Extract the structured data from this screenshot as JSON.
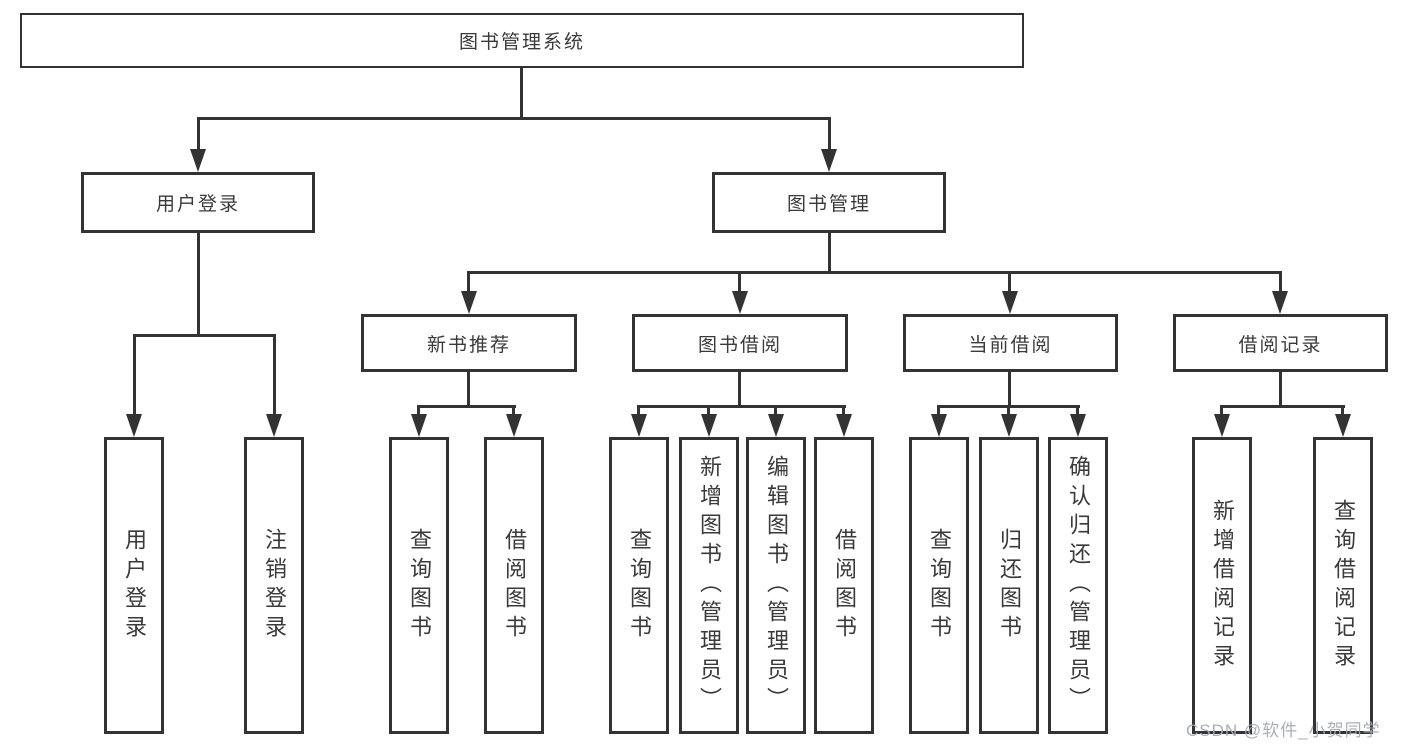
{
  "watermark": "CSDN @软件_小贺同学",
  "colors": {
    "line": "#333333",
    "text": "#3a3a3a",
    "watermark": "#a4abb5",
    "background": "#ffffff"
  },
  "tree": {
    "root": {
      "label": "图书管理系统"
    },
    "branches": [
      {
        "label": "用户登录",
        "children": [
          {
            "label": "用户登录"
          },
          {
            "label": "注销登录"
          }
        ]
      },
      {
        "label": "图书管理",
        "children": [
          {
            "label": "新书推荐",
            "children": [
              {
                "label": "查询图书"
              },
              {
                "label": "借阅图书"
              }
            ]
          },
          {
            "label": "图书借阅",
            "children": [
              {
                "label": "查询图书"
              },
              {
                "label": "新增图书（管理员）"
              },
              {
                "label": "编辑图书（管理员）"
              },
              {
                "label": "借阅图书"
              }
            ]
          },
          {
            "label": "当前借阅",
            "children": [
              {
                "label": "查询图书"
              },
              {
                "label": "归还图书"
              },
              {
                "label": "确认归还（管理员）"
              }
            ]
          },
          {
            "label": "借阅记录",
            "children": [
              {
                "label": "新增借阅记录"
              },
              {
                "label": "查询借阅记录"
              }
            ]
          }
        ]
      }
    ]
  }
}
